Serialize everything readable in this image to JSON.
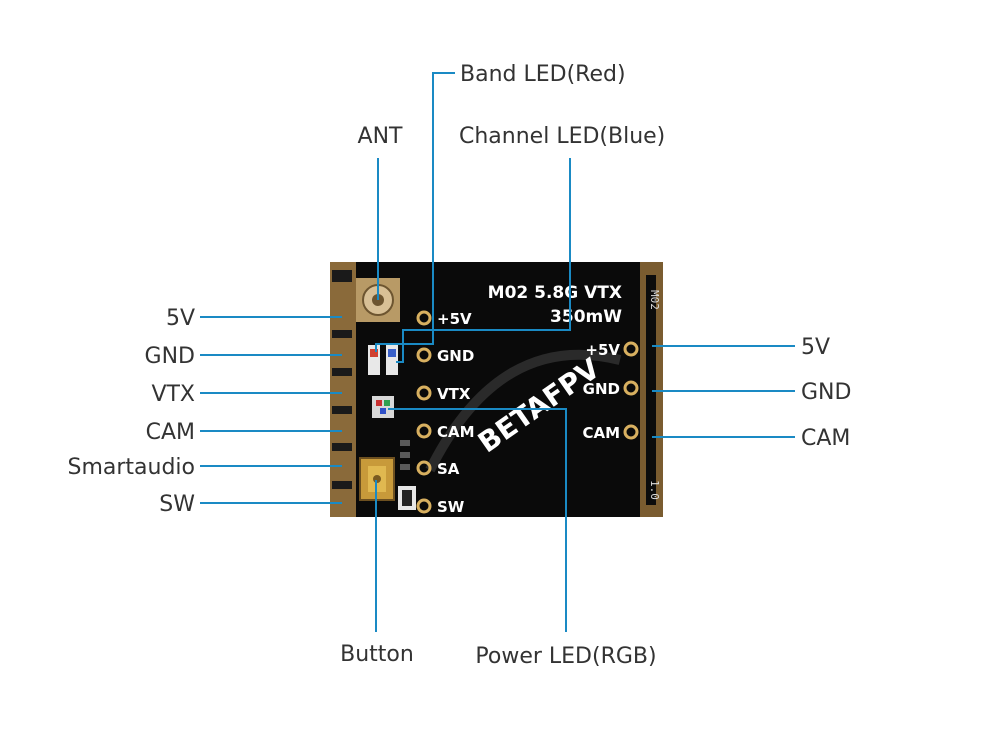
{
  "board": {
    "title_line1": "M02 5.8G VTX",
    "title_line2": "350mW",
    "watermark": "BETAFPV",
    "edge_top": "M02",
    "edge_bottom": "1.0"
  },
  "left_pins": [
    "+5V",
    "GND",
    "VTX",
    "CAM",
    "SA",
    "SW"
  ],
  "right_pins": [
    "+5V",
    "GND",
    "CAM"
  ],
  "callouts": {
    "left": [
      "5V",
      "GND",
      "VTX",
      "CAM",
      "Smartaudio",
      "SW"
    ],
    "right": [
      "5V",
      "GND",
      "CAM"
    ],
    "ant": "ANT",
    "band_led": "Band LED(Red)",
    "channel_led": "Channel LED(Blue)",
    "button": "Button",
    "power_led": "Power LED(RGB)"
  },
  "colors": {
    "callout_line": "#1a8ac4",
    "label_text": "#333333",
    "board": "#0a0a0a",
    "pad_gold": "#c8a050"
  }
}
